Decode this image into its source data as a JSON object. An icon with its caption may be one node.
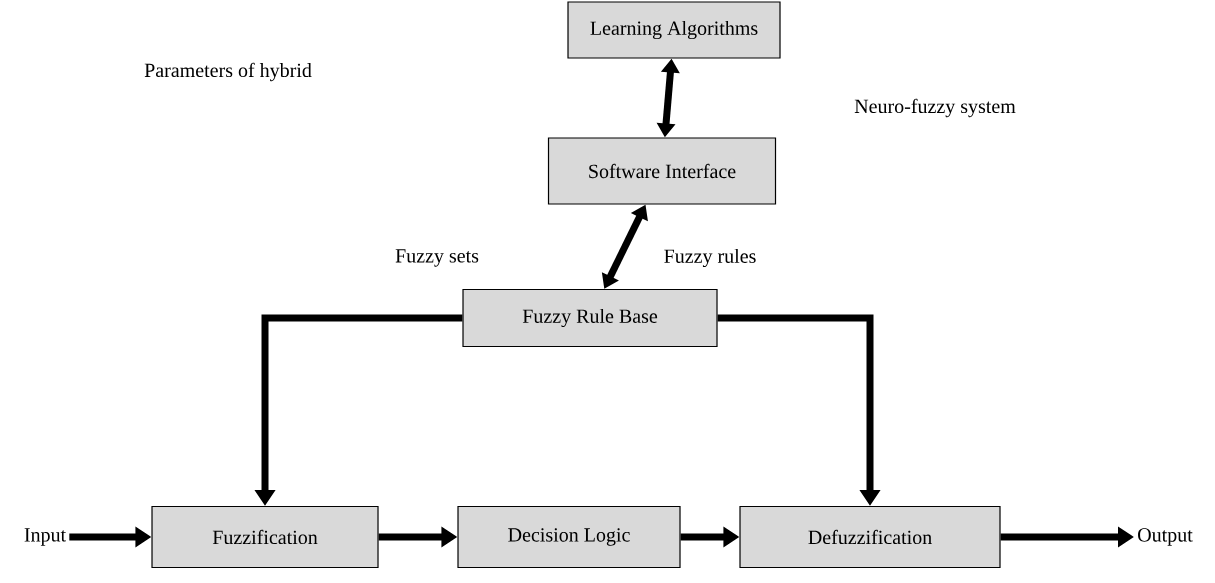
{
  "diagram": {
    "nodes": [
      {
        "text": [
          "Learning Algorithms"
        ]
      },
      {
        "text": [
          "Software Interface"
        ]
      },
      {
        "text": [
          "Fuzzy Rule Base"
        ]
      },
      {
        "text": [
          "Fuzzification"
        ]
      },
      {
        "text": [
          "Decision Logic"
        ]
      },
      {
        "text": [
          "Defuzzification"
        ]
      },
      {
        "text": [
          "Input"
        ]
      },
      {
        "text": [
          "Output"
        ]
      }
    ],
    "edges": [
      {
        "from": 0,
        "to": 1,
        "arrow": "both"
      },
      {
        "from": 1,
        "to": 2,
        "arrow": "both"
      },
      {
        "from": 2,
        "to": 3,
        "arrow": "to"
      },
      {
        "from": 2,
        "to": 5,
        "arrow": "to"
      },
      {
        "from": 6,
        "to": 3,
        "arrow": "to"
      },
      {
        "from": 3,
        "to": 4,
        "arrow": "to"
      },
      {
        "from": 4,
        "to": 5,
        "arrow": "to"
      },
      {
        "from": 5,
        "to": 7,
        "arrow": "to"
      }
    ],
    "labels": [
      "Parameters of hybrid",
      "Neuro-fuzzy system",
      "Fuzzy sets",
      "Fuzzy rules"
    ]
  }
}
